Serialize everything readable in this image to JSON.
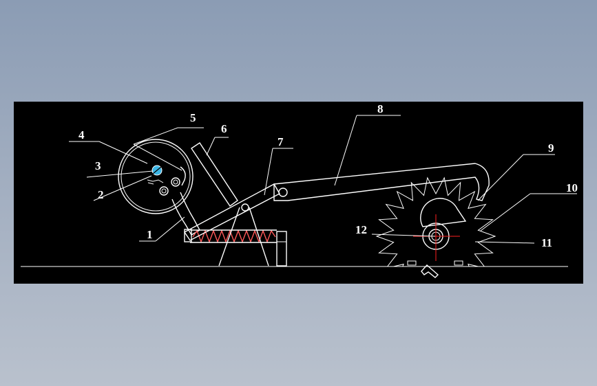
{
  "callouts": {
    "c1": "1",
    "c2": "2",
    "c3": "3",
    "c4": "4",
    "c5": "5",
    "c6": "6",
    "c7": "7",
    "c8": "8",
    "c9": "9",
    "c10": "10",
    "c11": "11",
    "c12": "12"
  },
  "colors": {
    "background": "#9aa8bc",
    "viewport": "#000000",
    "lines": "#ffffff",
    "spring": "#ff5a5a",
    "centerline": "#ff2020",
    "hub": "#3bb6e6"
  },
  "icons": [
    "spring-icon",
    "sprocket-wheel-icon",
    "drum-icon"
  ]
}
